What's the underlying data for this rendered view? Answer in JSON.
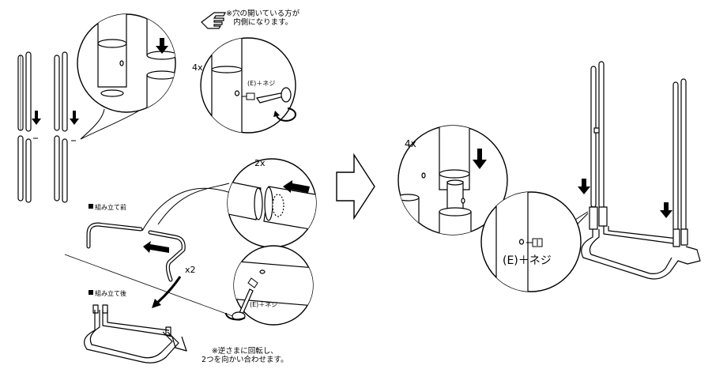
{
  "notes": {
    "inner_side_line1": "※穴の開いている方が",
    "inner_side_line2": "内側になります。",
    "rotate_line1": "※逆さまに回転し、",
    "rotate_line2": "2つを向かい合わせます。"
  },
  "labels": {
    "before_assembly": "組み立て前",
    "after_assembly": "組み立て後",
    "screw_small_top": "(E)＋ネジ",
    "screw_small_bottom": "(E)＋ネジ",
    "screw_large": "(E)＋ネジ"
  },
  "multipliers": {
    "poles": "4x",
    "base_pipe": "2x",
    "base_frames": "x2",
    "final_poles": "4x"
  },
  "icons": [
    "pointing-hand-icon",
    "down-arrow-icon",
    "left-arrow-icon",
    "curved-arrow-icon",
    "next-step-arrow-icon",
    "screw-icon",
    "screwdriver-icon",
    "rotate-icon"
  ],
  "colors": {
    "line": "#000000",
    "background": "#ffffff"
  }
}
